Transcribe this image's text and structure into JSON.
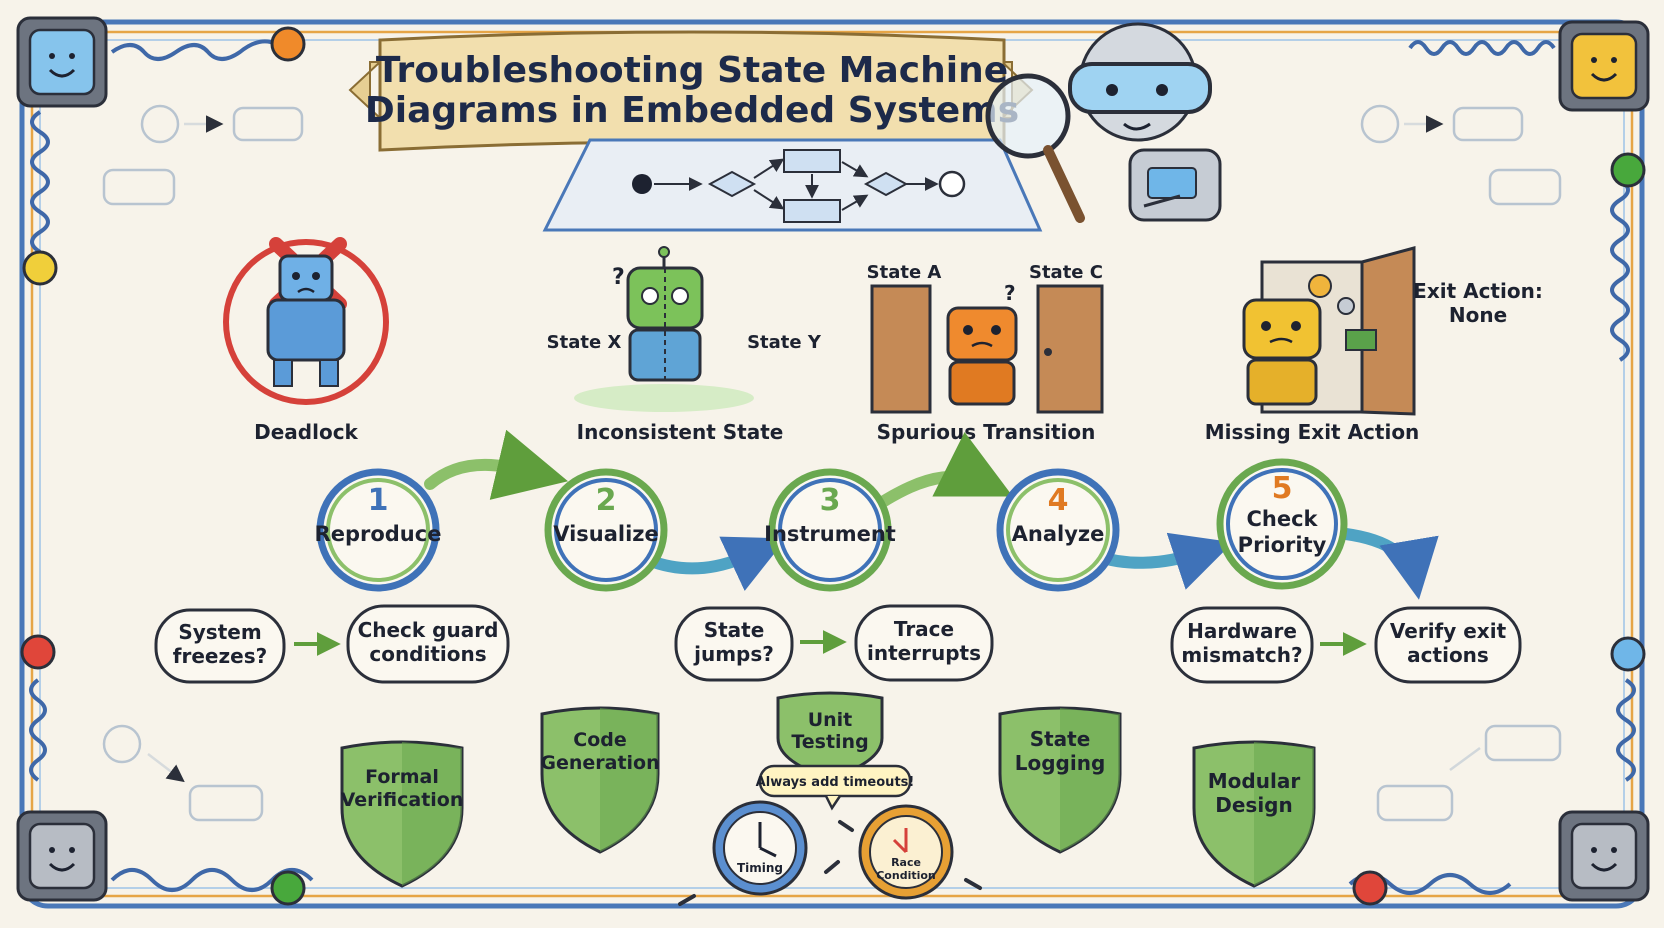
{
  "title": {
    "line1": "Troubleshooting State Machine",
    "line2": "Diagrams in Embedded Systems"
  },
  "problems": [
    {
      "label": "Deadlock"
    },
    {
      "label": "Inconsistent State",
      "state_left": "State X",
      "state_right": "State Y"
    },
    {
      "label": "Spurious Transition",
      "state_left": "State A",
      "state_right": "State C"
    },
    {
      "label": "Missing Exit Action",
      "note_line1": "Exit Action:",
      "note_line2": "None"
    }
  ],
  "steps": [
    {
      "number": "1",
      "line1": "Reproduce",
      "line2": ""
    },
    {
      "number": "2",
      "line1": "Visualize",
      "line2": ""
    },
    {
      "number": "3",
      "line1": "Instrument",
      "line2": ""
    },
    {
      "number": "4",
      "line1": "Analyze",
      "line2": ""
    },
    {
      "number": "5",
      "line1": "Check",
      "line2": "Priority"
    }
  ],
  "symptom_pairs": [
    {
      "symptom": [
        "System",
        "freezes?"
      ],
      "action": [
        "Check guard",
        "conditions"
      ]
    },
    {
      "symptom": [
        "State",
        "jumps?"
      ],
      "action": [
        "Trace",
        "interrupts"
      ]
    },
    {
      "symptom": [
        "Hardware",
        "mismatch?"
      ],
      "action": [
        "Verify exit",
        "actions"
      ]
    }
  ],
  "shields": [
    {
      "line1": "Formal",
      "line2": "Verification"
    },
    {
      "line1": "Code",
      "line2": "Generation"
    },
    {
      "line1": "Unit",
      "line2": "Testing"
    },
    {
      "line1": "State",
      "line2": "Logging"
    },
    {
      "line1": "Modular",
      "line2": "Design"
    }
  ],
  "timers": {
    "tip": "Always add timeouts!",
    "left_label": "Timing",
    "right_label_line1": "Race",
    "right_label_line2": "Condition"
  },
  "colors": {
    "step_blue": "#3f72b8",
    "step_green": "#6aa84f",
    "shield_green": "#8cc06a",
    "banner": "#f2dfae",
    "led_red": "#e0463a",
    "led_green": "#48a83c",
    "led_yellow": "#f0cf3a",
    "led_orange": "#f08a2a"
  }
}
